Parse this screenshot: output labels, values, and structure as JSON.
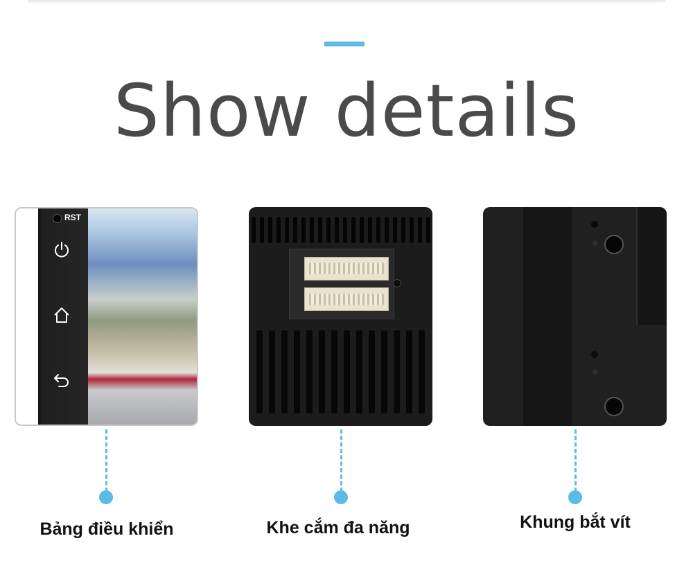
{
  "heading": "Show details",
  "accent_color": "#5bbbe6",
  "panels": [
    {
      "rst_label": "RST",
      "caption": "Bảng điều khiển",
      "icons": [
        "power-icon",
        "home-icon",
        "back-icon"
      ]
    },
    {
      "caption": "Khe cắm đa năng"
    },
    {
      "caption": "Khung bắt vít"
    }
  ]
}
